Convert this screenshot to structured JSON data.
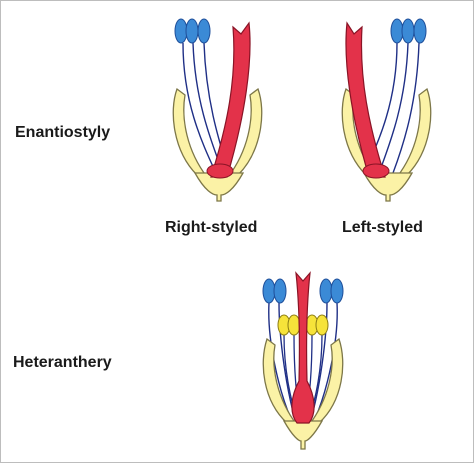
{
  "labels": {
    "enantiostyly": "Enantiostyly",
    "heteranthery": "Heteranthery",
    "right_styled": "Right-styled",
    "left_styled": "Left-styled"
  },
  "colors": {
    "petal_fill": "#fbf2a6",
    "petal_stroke": "#7d7748",
    "style_fill": "#e3324a",
    "style_stroke": "#8a1426",
    "anther_blue": "#3b8ad6",
    "anther_yellow": "#f6e33a",
    "filament": "#1f2f86"
  },
  "icons": [
    "flower-diagram-right-styled",
    "flower-diagram-left-styled",
    "flower-diagram-heteranthery"
  ]
}
